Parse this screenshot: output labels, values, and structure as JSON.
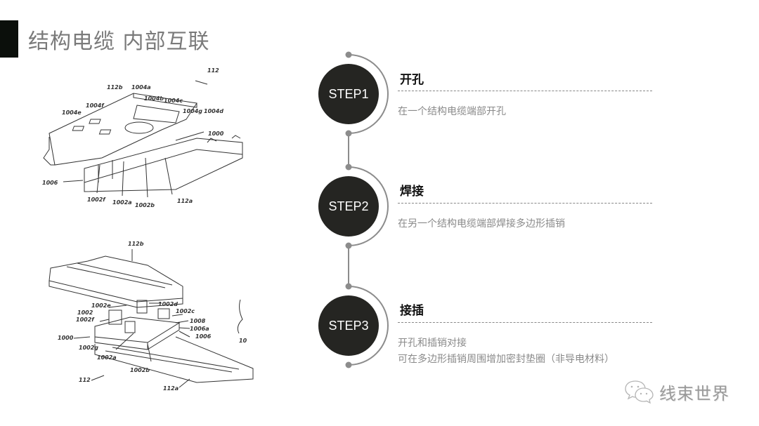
{
  "page": {
    "title": "结构电缆 内部互联"
  },
  "figure_top": {
    "labels": {
      "ref_112": "112",
      "ref_112b": "112b",
      "ref_1004a": "1004a",
      "ref_1004b": "1004b",
      "ref_1004c": "1004c",
      "ref_1004f": "1004f",
      "ref_1004e": "1004e",
      "ref_1004g": "1004g",
      "ref_1004d": "1004d",
      "ref_1000": "1000",
      "ref_1006": "1006",
      "ref_1002f": "1002f",
      "ref_1002a": "1002a",
      "ref_1002b": "1002b",
      "ref_112a": "112a"
    }
  },
  "figure_bottom": {
    "labels": {
      "ref_112b": "112b",
      "ref_1002e": "1002e",
      "ref_1002d": "1002d",
      "ref_1002": "1002",
      "ref_1002c": "1002c",
      "ref_1002f": "1002f",
      "ref_1008": "1008",
      "ref_1006a": "1006a",
      "ref_1000": "1000",
      "ref_1006": "1006",
      "ref_1002g": "1002g",
      "ref_1002a": "1002a",
      "ref_1002b": "1002b",
      "ref_112": "112",
      "ref_112a": "112a",
      "ref_10": "10"
    }
  },
  "steps": [
    {
      "badge": "STEP1",
      "title": "开孔",
      "lines": [
        "在一个结构电缆端部开孔"
      ]
    },
    {
      "badge": "STEP2",
      "title": "焊接",
      "lines": [
        "在另一个结构电缆端部焊接多边形插销"
      ]
    },
    {
      "badge": "STEP3",
      "title": "接插",
      "lines": [
        "开孔和插销对接",
        "可在多边形插销周围增加密封垫圈（非导电材料）"
      ]
    }
  ],
  "watermark": {
    "icon": "wechat-icon",
    "text": "线束世界"
  },
  "colors": {
    "circle": "#252522",
    "timeline": "#8c8c8c",
    "title_bar": "#0b0f0b"
  }
}
